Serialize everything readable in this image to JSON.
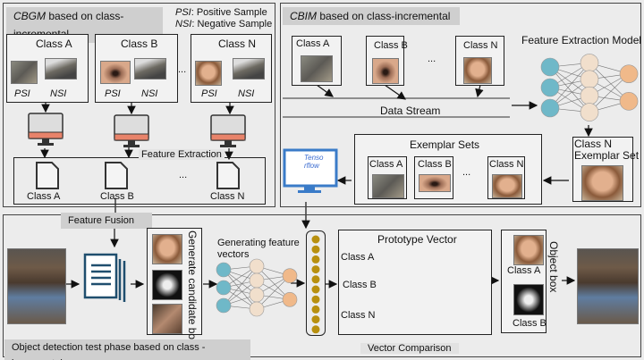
{
  "cbgm": {
    "title_em": "CBGM",
    "title_rest": " based on class-incremental",
    "legend": [
      {
        "abbr": "PSI",
        "text": ": Positive Sample"
      },
      {
        "abbr": "NSI",
        "text": ": Negative Sample"
      }
    ],
    "classes": [
      "Class A",
      "Class B",
      "Class N"
    ],
    "psi": "PSI",
    "nsi": "NSI",
    "ellipsis": "...",
    "feature_extraction": "Feature Extraction",
    "docs": [
      "Class A",
      "Class B",
      "Class N"
    ]
  },
  "cbim": {
    "title_em": "CBIM",
    "title_rest": " based on class-incremental",
    "classes": [
      "Class A",
      "Class B",
      "Class N"
    ],
    "ellipsis": "...",
    "data_stream": "Data Stream",
    "model_label": "Feature Extraction Model",
    "exemplar_set_label": "Class N\nExemplar Set",
    "exemplar_sets": "Exemplar Sets",
    "exemplar_classes": [
      "Class A",
      "Class B",
      "Class N"
    ],
    "tensorflow": "Tenso rflow"
  },
  "test": {
    "title": "Object detection test phase based on class -incremental",
    "feature_fusion": "Feature Fusion",
    "candidate_box": "Generate candidate box",
    "generating": "Generating feature vectors",
    "prototype": "Prototype Vector",
    "rows": [
      {
        "label": "Class A",
        "color": "#b8900f"
      },
      {
        "label": "Class B",
        "color": "#1fb04a"
      },
      {
        "label": "Class N",
        "color": "#e01414"
      }
    ],
    "vector_comparison": "Vector Comparison",
    "object_box": "Object box",
    "obj_classes": [
      "Class A",
      "Class B"
    ]
  }
}
